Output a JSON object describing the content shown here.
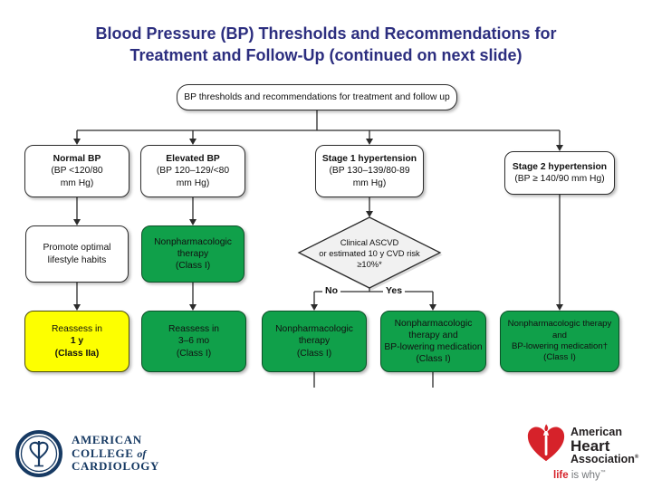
{
  "slide": {
    "title": "Blood Pressure (BP) Thresholds and Recommendations for Treatment and Follow-Up (continued on next slide)"
  },
  "colors": {
    "title_navy": "#2c2e7f",
    "box_green": "#10a04a",
    "box_yellow": "#fdff00",
    "diamond_gray": "#f1f1f1",
    "acc_navy": "#173a63",
    "aha_red": "#d6222a",
    "tagline_gray": "#75787b"
  },
  "flowchart": {
    "root": "BP thresholds and recommendations for treatment and follow up",
    "categories": [
      {
        "name": "Normal BP",
        "l2": "(BP <120/80",
        "l3": "mm Hg)"
      },
      {
        "name": "Elevated BP",
        "l2": "(BP 120–129/<80",
        "l3": "mm Hg)"
      },
      {
        "name": "Stage 1 hypertension",
        "l2": "(BP 130–139/80-89",
        "l3": "mm Hg)"
      },
      {
        "name": "Stage 2 hypertension",
        "l2": "(BP ≥ 140/90 mm Hg)",
        "l3": ""
      }
    ],
    "mid": {
      "promote": {
        "l1": "Promote optimal",
        "l2": "lifestyle habits"
      },
      "nonpharm": {
        "l1": "Nonpharmacologic",
        "l2": "therapy",
        "l3": "(Class I)"
      }
    },
    "decision": {
      "l1": "Clinical ASCVD",
      "l2": "or estimated 10 y CVD risk",
      "l3": "≥10%*"
    },
    "branches": {
      "no": "No",
      "yes": "Yes"
    },
    "outcomes": [
      {
        "l1": "Reassess in",
        "l2": "1 y",
        "l3": "(Class IIa)",
        "l4": ""
      },
      {
        "l1": "Reassess in",
        "l2": "3–6 mo",
        "l3": "(Class I)",
        "l4": ""
      },
      {
        "l1": "Nonpharmacologic",
        "l2": "therapy",
        "l3": "(Class I)",
        "l4": ""
      },
      {
        "l1": "Nonpharmacologic",
        "l2": "therapy and",
        "l3": "BP-lowering medication",
        "l4": "(Class I)"
      },
      {
        "l1": "Nonpharmacologic therapy",
        "l2": "and",
        "l3": "BP-lowering medication†",
        "l4": "(Class I)"
      }
    ]
  },
  "footer": {
    "acc": {
      "line1": "AMERICAN",
      "line2": "COLLEGE",
      "line2b": "of",
      "line3": "CARDIOLOGY"
    },
    "aha": {
      "line1": "American",
      "line2": "Heart",
      "line3": "Association",
      "reg": "®",
      "tagline_life": "life",
      "tagline_rest": "is why",
      "tm": "™"
    }
  }
}
